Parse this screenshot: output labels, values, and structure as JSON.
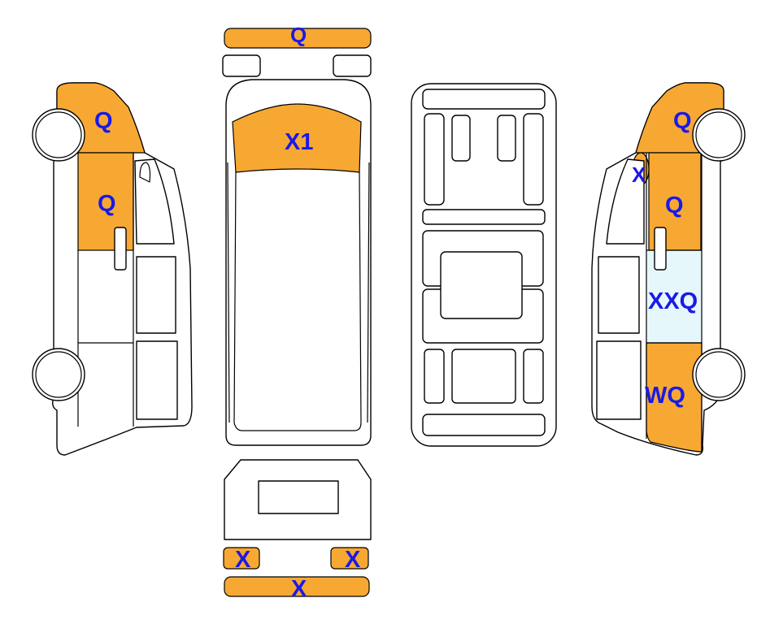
{
  "colors": {
    "damage": "#F7A833",
    "highlight": "#E6F7FC",
    "marker_text": "#1A1AE6",
    "outline": "#000000"
  },
  "markers": {
    "front_bumper": "Q",
    "windshield": "X1",
    "left_front_fender": "Q",
    "left_front_door": "Q",
    "right_front_fender": "Q",
    "right_mirror": "X",
    "right_front_door": "Q",
    "right_sliding_door": "XXQ",
    "right_rear_quarter": "WQ",
    "rear_left_light": "X",
    "rear_right_light": "X",
    "rear_bumper": "X"
  }
}
